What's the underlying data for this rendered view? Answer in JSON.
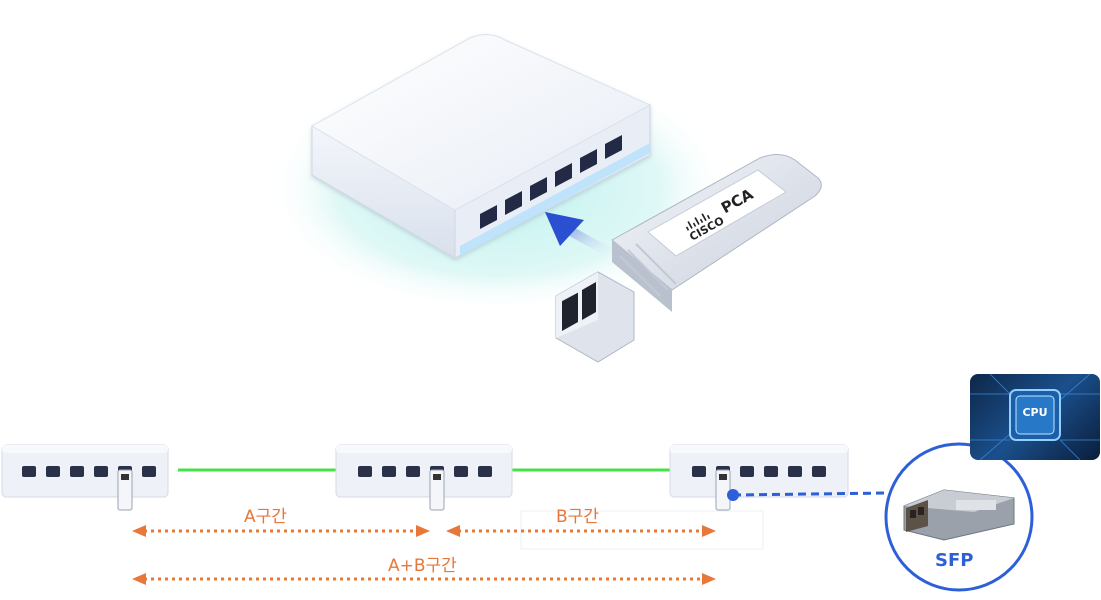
{
  "brand": {
    "name": "CISCO",
    "module": "PCA"
  },
  "segments": [
    {
      "label": "A구간"
    },
    {
      "label": "B구간"
    },
    {
      "label": "A+B구간"
    }
  ],
  "sfp": {
    "label": "SFP"
  },
  "cpu": {
    "label": "CPU"
  },
  "colors": {
    "link": "#5ce65c",
    "arrow": "#e8773a",
    "sfp_accent": "#2d5fd8",
    "push_arrow": "#2a4fd0"
  }
}
